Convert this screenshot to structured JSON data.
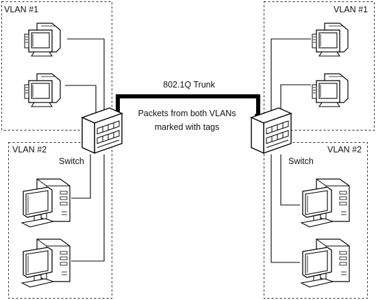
{
  "diagram": {
    "vlan1_left_label": "VLAN #1",
    "vlan1_right_label": "VLAN #1",
    "vlan2_left_label": "VLAN #2",
    "vlan2_right_label": "VLAN #2",
    "switch_left_label": "Switch",
    "switch_right_label": "Switch",
    "trunk_label": "802.1Q Trunk",
    "packets_line1": "Packets from both VLANs",
    "packets_line2": "marked with tags"
  }
}
